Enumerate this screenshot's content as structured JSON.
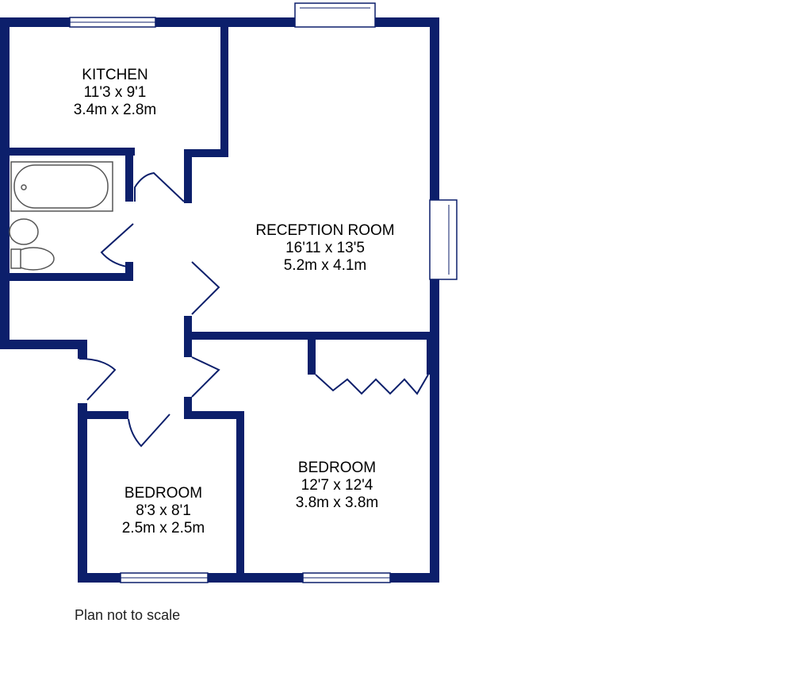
{
  "rooms": {
    "kitchen": {
      "name": "KITCHEN",
      "imperial": "11'3 x 9'1",
      "metric": "3.4m x 2.8m"
    },
    "reception": {
      "name": "RECEPTION ROOM",
      "imperial": "16'11 x 13'5",
      "metric": "5.2m x 4.1m"
    },
    "bedroom_small": {
      "name": "BEDROOM",
      "imperial": "8'3 x 8'1",
      "metric": "2.5m x 2.5m"
    },
    "bedroom_large": {
      "name": "BEDROOM",
      "imperial": "12'7 x 12'4",
      "metric": "3.8m x 3.8m"
    }
  },
  "footer": {
    "note": "Plan not to scale"
  },
  "colors": {
    "wall": "#0c1f6b",
    "background": "#ffffff"
  }
}
